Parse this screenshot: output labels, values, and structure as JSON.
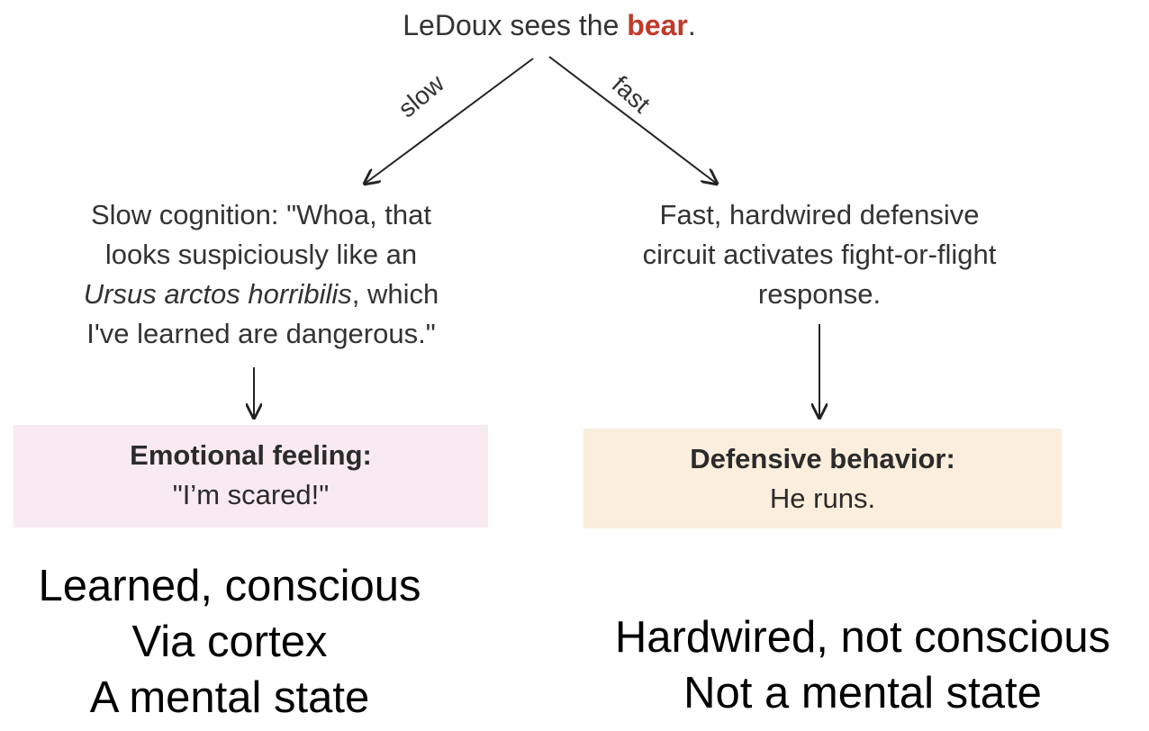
{
  "top": {
    "prefix": "LeDoux sees the ",
    "highlight": "bear",
    "suffix": "."
  },
  "branches": {
    "slow_label": "slow",
    "fast_label": "fast"
  },
  "slow_path": {
    "line1": "Slow cognition: \"Whoa, that",
    "line2": "looks suspiciously like an",
    "line3_italic": "Ursus arctos horribilis",
    "line3_rest": ", which",
    "line4": "I've learned are dangerous.\""
  },
  "fast_path": {
    "line1": "Fast, hardwired defensive",
    "line2": "circuit activates fight-or-flight",
    "line3": "response."
  },
  "boxes": {
    "emotion_heading": "Emotional feeling:",
    "emotion_body": "\"I’m scared!\"",
    "defense_heading": "Defensive behavior:",
    "defense_body": "He runs."
  },
  "summary": {
    "left": [
      "Learned, conscious",
      "Via cortex",
      "A mental state"
    ],
    "right": [
      "Hardwired, not conscious",
      "Not a mental state"
    ]
  },
  "colors": {
    "highlight": "#c0392b",
    "emotion_box": "#f9eaf1",
    "defense_box": "#fbeedd"
  }
}
